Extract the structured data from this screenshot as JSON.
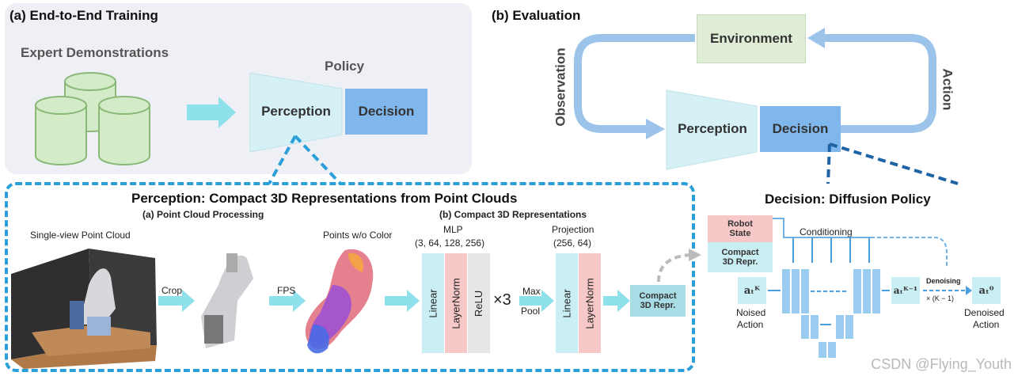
{
  "panel_a": {
    "title": "(a) End-to-End Training",
    "expert_label": "Expert Demonstrations",
    "policy_label": "Policy",
    "perception_label": "Perception",
    "decision_label": "Decision"
  },
  "panel_b": {
    "title": "(b) Evaluation",
    "environment_label": "Environment",
    "observation_label": "Observation",
    "action_label": "Action",
    "perception_label": "Perception",
    "decision_label": "Decision"
  },
  "perception_box": {
    "title": "Perception: Compact 3D Representations from Point Clouds",
    "sub_a": "(a) Point Cloud Processing",
    "sub_b": "(b) Compact 3D Representations",
    "single_view": "Single-view Point Cloud",
    "crop": "Crop",
    "fps": "FPS",
    "points_wo_color": "Points w/o Color",
    "mlp": "MLP",
    "mlp_dims": "(3, 64, 128, 256)",
    "linear": "Linear",
    "layernorm": "LayerNorm",
    "relu": "ReLU",
    "times3": "×3",
    "max": "Max",
    "pool": "Pool",
    "projection": "Projection",
    "projection_dims": "(256, 64)",
    "compact_line1": "Compact",
    "compact_line2": "3D Repr."
  },
  "decision_box": {
    "title": "Decision: Diffusion Policy",
    "robot_state_1": "Robot",
    "robot_state_2": "State",
    "compact_1": "Compact",
    "compact_2": "3D Repr.",
    "conditioning": "Conditioning",
    "noised_1": "Noised",
    "noised_2": "Action",
    "denoising": "Denoising",
    "denoising_times": "× (K − 1)",
    "denoised_1": "Denoised",
    "denoised_2": "Action",
    "a_t_K": "aₜᴷ",
    "a_t_K1": "aₜᴷ⁻¹",
    "a_t_0": "aₜ⁰"
  },
  "watermark": "CSDN @Flying_Youth",
  "colors": {
    "perception_fill": "#d5f1f5",
    "decision_fill": "#7fb7ec",
    "environment_fill": "#e0edd6",
    "arrow_cyan": "#8ee0ea",
    "loop_blue": "#9cc4ea",
    "dash_light": "#2b9fd8",
    "dash_dark": "#1e63a6",
    "cylinder_fill": "#d3ebc6",
    "cylinder_stroke": "#8ab878"
  }
}
